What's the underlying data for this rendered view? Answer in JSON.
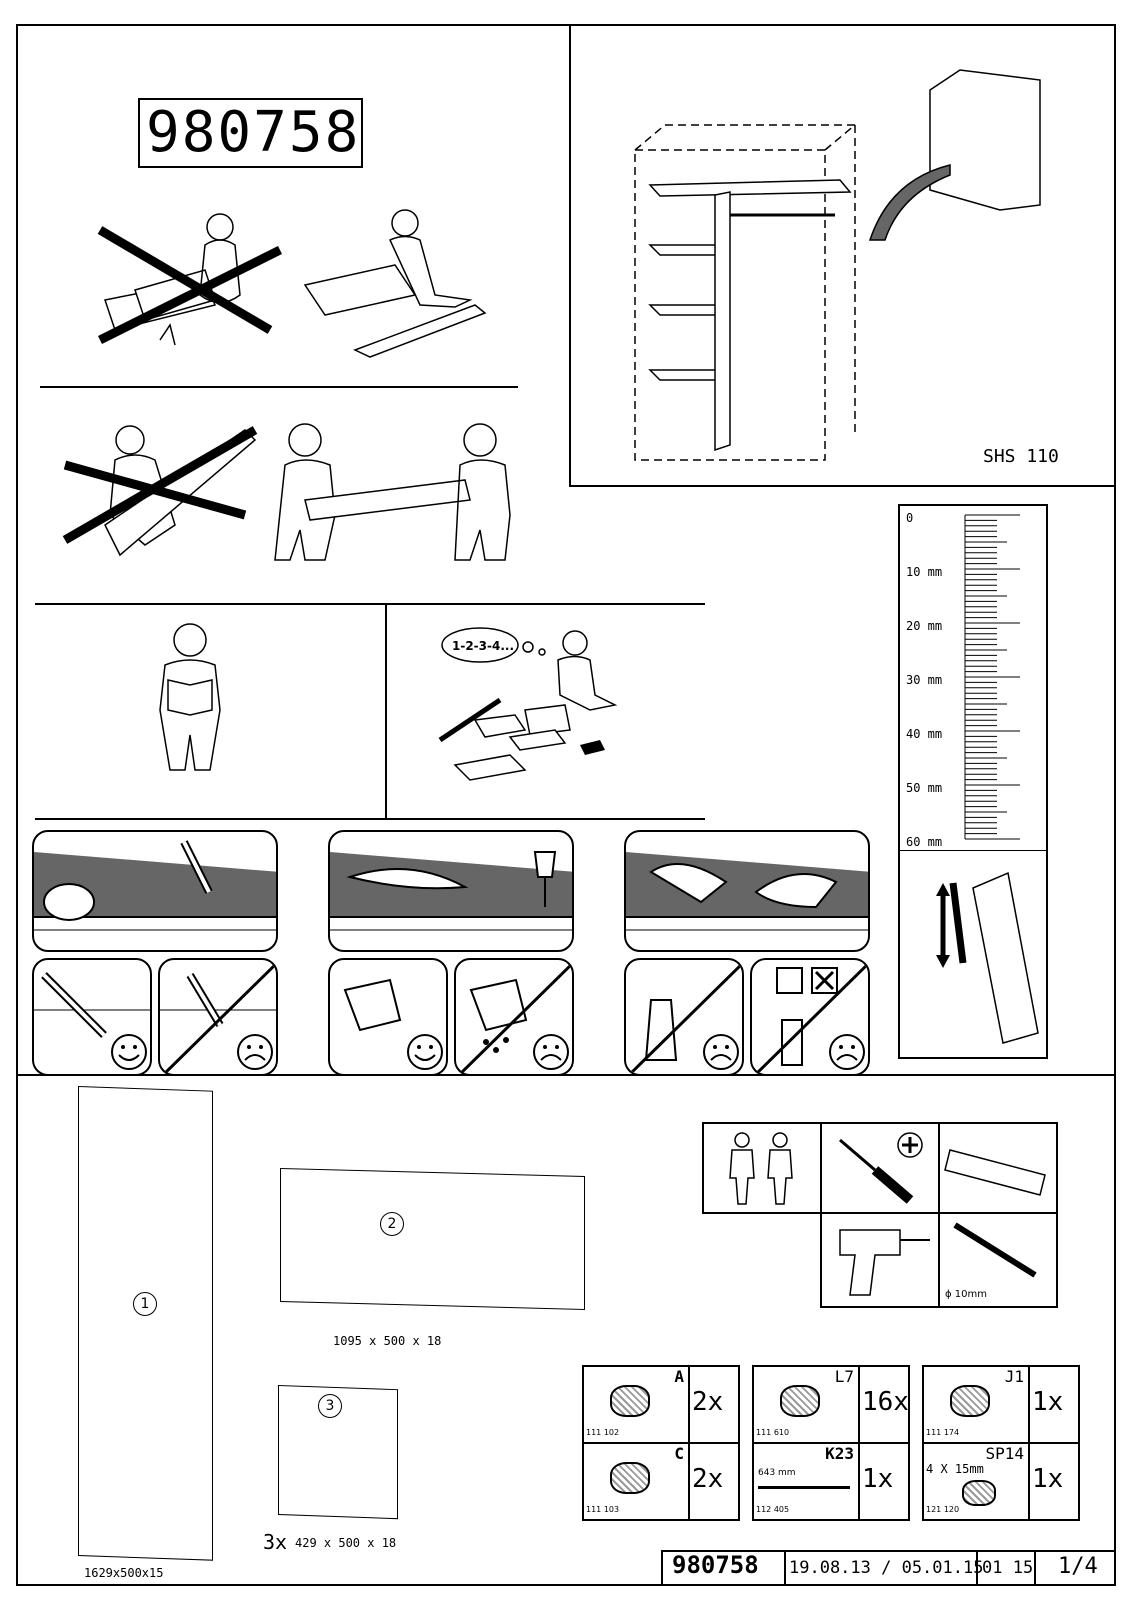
{
  "doc": {
    "article_number": "980758",
    "model_label": "SHS 110"
  },
  "ruler": {
    "ticks": [
      "0",
      "10 mm",
      "20 mm",
      "30 mm",
      "40 mm",
      "50 mm",
      "60 mm"
    ]
  },
  "parts": {
    "part1_num": "1",
    "part1_dim": "1629x500x15",
    "part2_num": "2",
    "part2_dim": "1095 x 500 x 18",
    "part3_num": "3",
    "part3_qty": "3x",
    "part3_dim": "429 x 500 x 18"
  },
  "tools": {
    "drill_bit_label": "ϕ 10mm"
  },
  "hardware": [
    {
      "code": "A",
      "qty": "2x",
      "part_no": "111 102"
    },
    {
      "code": "C",
      "qty": "2x",
      "part_no": "111 103"
    },
    {
      "code": "L7",
      "qty": "16x",
      "part_no": "111 610"
    },
    {
      "code": "K23",
      "qty": "1x",
      "part_no": "112 405",
      "length": "643 mm"
    },
    {
      "code": "J1",
      "qty": "1x",
      "part_no": "111 174"
    },
    {
      "code": "SP14",
      "qty": "1x",
      "part_no": "121 120",
      "size": "4 X 15mm"
    }
  ],
  "footer": {
    "article": "980758",
    "dates": "19.08.13 / 05.01.15",
    "version": "01 15",
    "page": "1/4"
  }
}
